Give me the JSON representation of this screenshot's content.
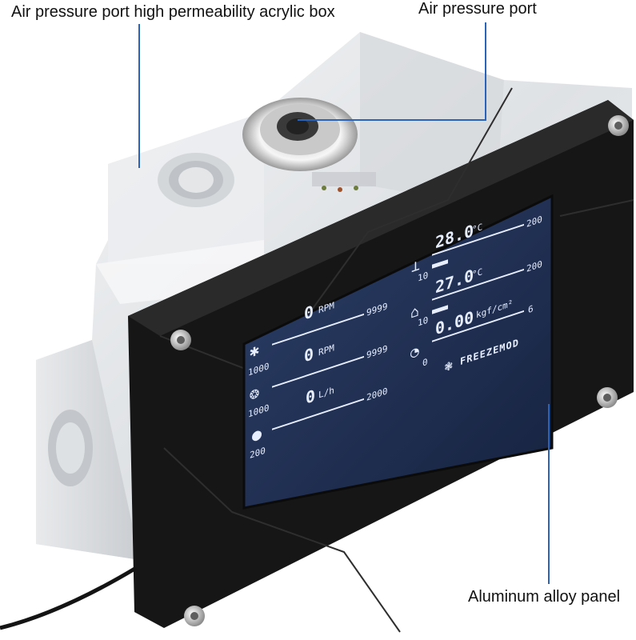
{
  "callouts": {
    "acrylic_box": "Air pressure port high permeability acrylic box",
    "pressure_port": "Air pressure port",
    "panel": "Aluminum alloy panel"
  },
  "lcd": {
    "left": [
      {
        "value": "0",
        "unit": "RPM",
        "max": "9999",
        "min": "1000",
        "icon": "fan-icon"
      },
      {
        "value": "0",
        "unit": "RPM",
        "max": "9999",
        "min": "1000",
        "icon": "pump-icon"
      },
      {
        "value": "0",
        "unit": "L/h",
        "max": "2000",
        "min": "200",
        "icon": "flow-drop-icon"
      }
    ],
    "right": [
      {
        "value": "28.0",
        "unit": "°C",
        "max": "200",
        "min": "10",
        "icon": "water-temp-icon"
      },
      {
        "value": "27.0",
        "unit": "°C",
        "max": "200",
        "min": "10",
        "icon": "ambient-temp-icon"
      },
      {
        "value": "0.00",
        "unit": "kgf/cm²",
        "max": "6",
        "min": "0",
        "icon": "pressure-gauge-icon"
      }
    ],
    "brand": "FREEZEMOD"
  },
  "colors": {
    "leader": "#2a63b8",
    "lcd_bg": "#1c2b4d",
    "panel": "#161616"
  }
}
